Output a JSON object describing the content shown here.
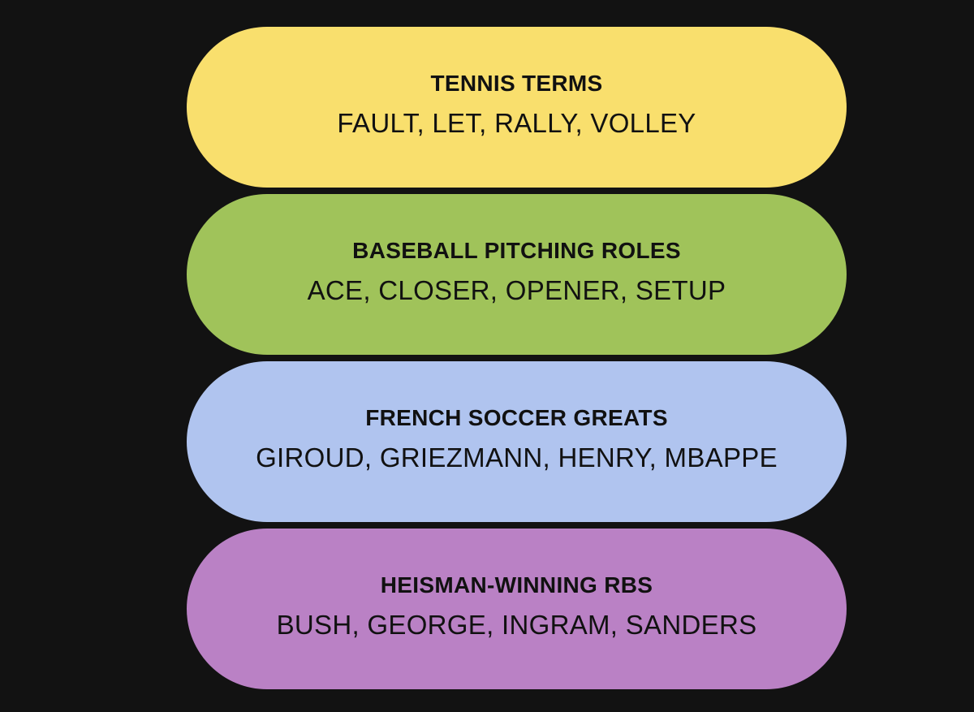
{
  "groups": [
    {
      "title": "TENNIS TERMS",
      "members": "FAULT, LET, RALLY, VOLLEY",
      "color": "#f9df6d"
    },
    {
      "title": "BASEBALL PITCHING ROLES",
      "members": "ACE, CLOSER, OPENER, SETUP",
      "color": "#a0c35a"
    },
    {
      "title": "FRENCH SOCCER GREATS",
      "members": "GIROUD, GRIEZMANN, HENRY, MBAPPE",
      "color": "#b0c4ef"
    },
    {
      "title": "HEISMAN-WINNING RBS",
      "members": "BUSH, GEORGE, INGRAM, SANDERS",
      "color": "#ba81c5"
    }
  ]
}
